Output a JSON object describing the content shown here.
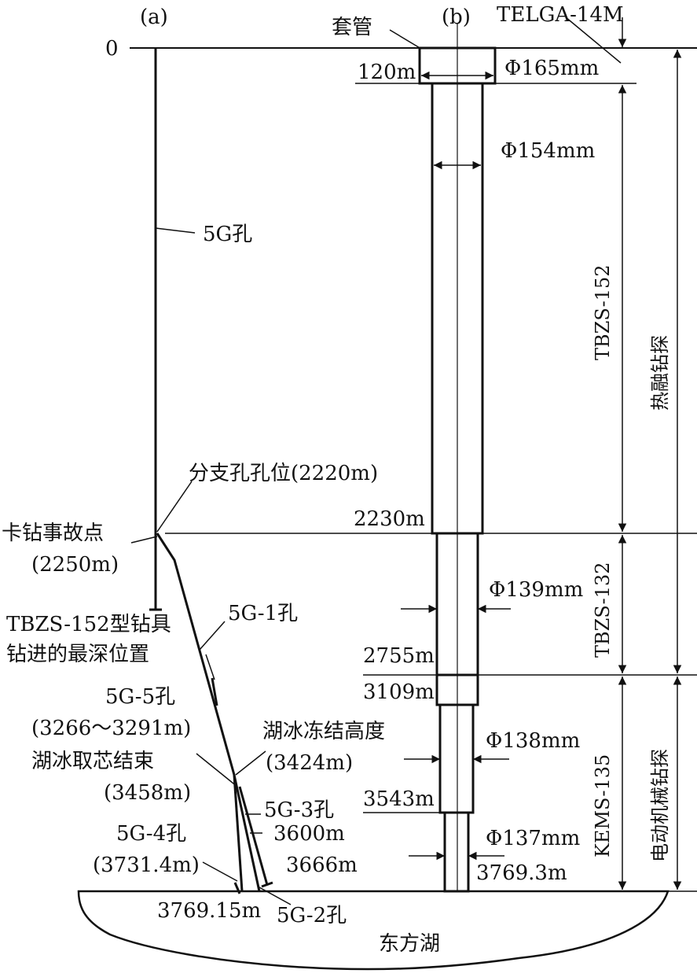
{
  "panel_a": {
    "label": "(a)"
  },
  "panel_b": {
    "label": "(b)"
  },
  "zero": "0",
  "top": {
    "casing": "套管",
    "telga": "TELGA-14M"
  },
  "hole_a": {
    "hole_5g": "5G孔",
    "branch": "分支孔孔位(2220m)",
    "stuck": "卡钻事故点",
    "stuck_depth": "(2250m)",
    "deepest_1": "TBZS-152型钻具",
    "deepest_2": "钻进的最深位置",
    "hole_5g1": "5G-1孔",
    "hole_5g5": "5G-5孔",
    "hole_5g5_range": "(3266～3291m)",
    "freeze": "湖冰冻结高度",
    "freeze_depth": "(3424m)",
    "core_end": "湖冰取芯结束",
    "core_end_depth": "(3458m)",
    "hole_5g3": "5G-3孔",
    "d3600": "3600m",
    "hole_5g4": "5G-4孔",
    "hole_5g4_depth": "(3731.4m)",
    "d3666": "3666m",
    "d3769_15": "3769.15m",
    "hole_5g2": "5G-2孔"
  },
  "hole_b": {
    "d120": "120m",
    "phi165": "Φ165mm",
    "phi154": "Φ154mm",
    "d2230": "2230m",
    "phi139": "Φ139mm",
    "d2755": "2755m",
    "d3109": "3109m",
    "phi138": "Φ138mm",
    "d3543": "3543m",
    "phi137": "Φ137mm",
    "d3769_3": "3769.3m"
  },
  "segments": {
    "tbzs152": "TBZS-152",
    "tbzs132": "TBZS-132",
    "kems135": "KEMS-135"
  },
  "methods": {
    "thermal": "热融钻探",
    "mechanical": "电动机械钻探"
  },
  "lake": "东方湖"
}
